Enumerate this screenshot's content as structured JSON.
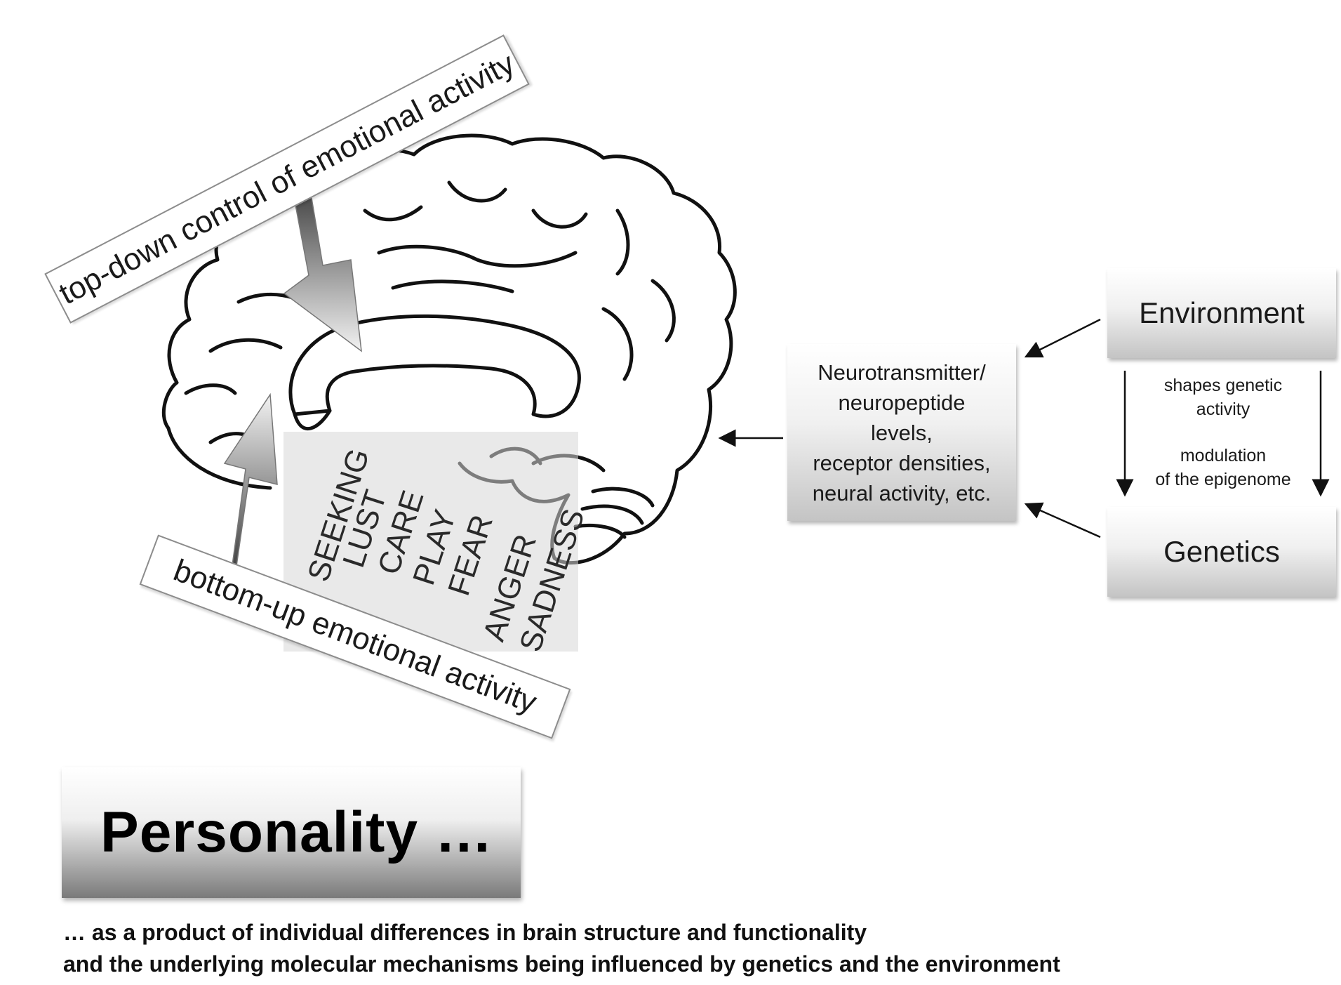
{
  "labels": {
    "top_down": "top-down control of emotional activity",
    "bottom_up": "bottom-up emotional activity"
  },
  "emotions": [
    "SEEKING",
    "LUST",
    "CARE",
    "PLAY",
    "FEAR",
    "ANGER",
    "SADNESS"
  ],
  "boxes": {
    "environment": "Environment",
    "genetics": "Genetics",
    "neuro_lines": [
      "Neurotransmitter/",
      "neuropeptide",
      "levels,",
      "receptor densities,",
      "neural activity, etc."
    ]
  },
  "arrow_labels": {
    "shapes": [
      "shapes genetic",
      "activity"
    ],
    "modulation": [
      "modulation",
      "of the epigenome"
    ]
  },
  "personality": {
    "title": "Personality …",
    "caption_lines": [
      "… as a product of individual differences in brain structure and functionality",
      "and the underlying molecular mechanisms being influenced by genetics and the environment"
    ]
  },
  "colors": {
    "box_gradient_top": "#ffffff",
    "box_gradient_bottom": "#c4c4c4",
    "personality_gradient_bottom": "#7a7a7a",
    "label_border": "#8c8c8c"
  }
}
